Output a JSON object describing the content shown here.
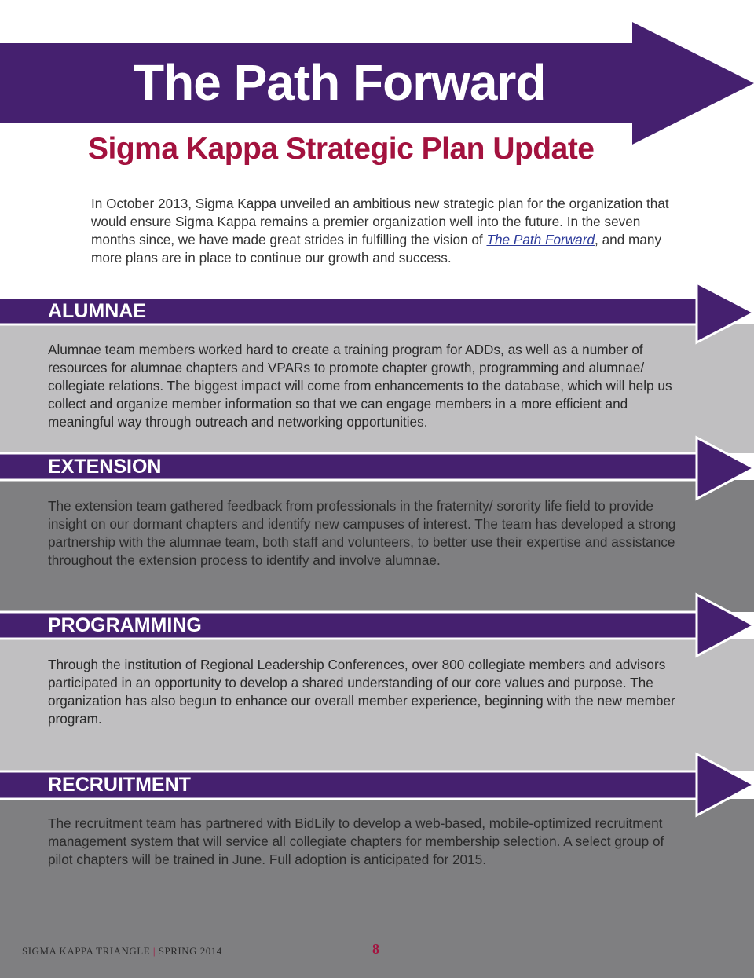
{
  "header": {
    "title": "The Path Forward",
    "subtitle": "Sigma Kappa Strategic Plan Update"
  },
  "intro": {
    "before_link": "In October 2013, Sigma Kappa unveiled an ambitious new strategic plan for the organization that would ensure Sigma Kappa remains a premier organization well into the future. In the seven months since, we have made great strides in fulfilling the vision of ",
    "link": "The Path Forward",
    "after_link": ", and many more plans are in place to continue our growth and success."
  },
  "sections": [
    {
      "heading": "ALUMNAE",
      "body": "Alumnae team members worked hard to create a training program for ADDs, as well as a number of resources for alumnae chapters and VPARs to promote chapter growth, programming and alumnae/ collegiate relations. The biggest impact will come from enhancements to the database, which will help us collect and organize member information so that we can engage members in a more efficient and meaningful way through outreach and networking opportunities."
    },
    {
      "heading": "EXTENSION",
      "body": "The extension team gathered feedback from professionals in the fraternity/ sorority life field to provide insight on our dormant chapters and identify new campuses of interest. The team has developed a strong partnership with the alumnae team, both staff and volunteers, to better use their expertise and assistance throughout the extension process to identify and involve alumnae."
    },
    {
      "heading": "PROGRAMMING",
      "body": "Through the institution of Regional Leadership Conferences, over 800 collegiate members and advisors participated in an opportunity to develop a shared understanding of our core values and purpose. The organization has also begun to enhance our overall member experience, beginning with the new member program."
    },
    {
      "heading": "RECRUITMENT",
      "body": "The recruitment team has partnered with BidLily to develop a web-based, mobile-optimized recruitment management system that will service all collegiate chapters for membership selection. A select group of pilot chapters will be trained in June. Full adoption is anticipated for 2015."
    }
  ],
  "footer": {
    "publication": "SIGMA KAPPA TRIANGLE",
    "separator": "|",
    "issue": "SPRING 2014",
    "page_number": "8"
  },
  "colors": {
    "purple": "#45206f",
    "crimson": "#a3123e",
    "light_gray": "#c0bfc1",
    "dark_gray": "#7f7f81"
  }
}
